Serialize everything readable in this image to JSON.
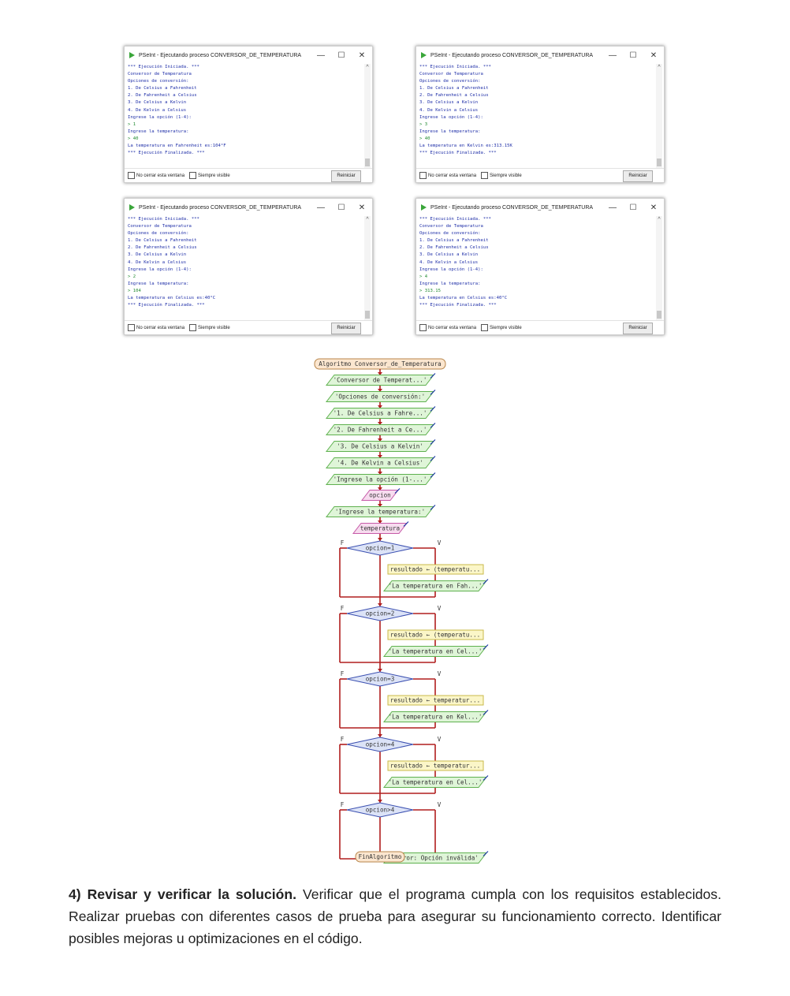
{
  "windows": [
    {
      "title": "PSeInt - Ejecutando proceso CONVERSOR_DE_TEMPERATURA",
      "lines": [
        {
          "t": "*** Ejecución Iniciada. ***",
          "c": "blue"
        },
        {
          "t": "Conversor de Temperatura",
          "c": "blue"
        },
        {
          "t": "Opciones de conversión:",
          "c": "blue"
        },
        {
          "t": "1. De Celsius a Fahrenheit",
          "c": "blue"
        },
        {
          "t": "2. De Fahrenheit a Celsius",
          "c": "blue"
        },
        {
          "t": "3. De Celsius a Kelvin",
          "c": "blue"
        },
        {
          "t": "4. De Kelvin a Celsius",
          "c": "blue"
        },
        {
          "t": "Ingrese la opción (1-4):",
          "c": "blue"
        },
        {
          "t": "> 1",
          "c": "green"
        },
        {
          "t": "Ingrese la temperatura:",
          "c": "blue"
        },
        {
          "t": "> 40",
          "c": "green"
        },
        {
          "t": "La temperatura en Fahrenheit es:104°F",
          "c": "blue"
        },
        {
          "t": "*** Ejecución Finalizada. ***",
          "c": "blue"
        }
      ]
    },
    {
      "title": "PSeInt - Ejecutando proceso CONVERSOR_DE_TEMPERATURA",
      "lines": [
        {
          "t": "*** Ejecución Iniciada. ***",
          "c": "blue"
        },
        {
          "t": "Conversor de Temperatura",
          "c": "blue"
        },
        {
          "t": "Opciones de conversión:",
          "c": "blue"
        },
        {
          "t": "1. De Celsius a Fahrenheit",
          "c": "blue"
        },
        {
          "t": "2. De Fahrenheit a Celsius",
          "c": "blue"
        },
        {
          "t": "3. De Celsius a Kelvin",
          "c": "blue"
        },
        {
          "t": "4. De Kelvin a Celsius",
          "c": "blue"
        },
        {
          "t": "Ingrese la opción (1-4):",
          "c": "blue"
        },
        {
          "t": "> 3",
          "c": "green"
        },
        {
          "t": "Ingrese la temperatura:",
          "c": "blue"
        },
        {
          "t": "> 40",
          "c": "green"
        },
        {
          "t": "La temperatura en Kelvin es:313.15K",
          "c": "blue"
        },
        {
          "t": "*** Ejecución Finalizada. ***",
          "c": "blue"
        }
      ]
    },
    {
      "title": "PSeInt - Ejecutando proceso CONVERSOR_DE_TEMPERATURA",
      "lines": [
        {
          "t": "*** Ejecución Iniciada. ***",
          "c": "blue"
        },
        {
          "t": "Conversor de Temperatura",
          "c": "blue"
        },
        {
          "t": "Opciones de conversión:",
          "c": "blue"
        },
        {
          "t": "1. De Celsius a Fahrenheit",
          "c": "blue"
        },
        {
          "t": "2. De Fahrenheit a Celsius",
          "c": "blue"
        },
        {
          "t": "3. De Celsius a Kelvin",
          "c": "blue"
        },
        {
          "t": "4. De Kelvin a Celsius",
          "c": "blue"
        },
        {
          "t": "Ingrese la opción (1-4):",
          "c": "blue"
        },
        {
          "t": "> 2",
          "c": "green"
        },
        {
          "t": "Ingrese la temperatura:",
          "c": "blue"
        },
        {
          "t": "> 104",
          "c": "green"
        },
        {
          "t": "La temperatura en Celsius es:40°C",
          "c": "blue"
        },
        {
          "t": "*** Ejecución Finalizada. ***",
          "c": "blue"
        }
      ]
    },
    {
      "title": "PSeInt - Ejecutando proceso CONVERSOR_DE_TEMPERATURA",
      "lines": [
        {
          "t": "*** Ejecución Iniciada. ***",
          "c": "blue"
        },
        {
          "t": "Conversor de Temperatura",
          "c": "blue"
        },
        {
          "t": "Opciones de conversión:",
          "c": "blue"
        },
        {
          "t": "1. De Celsius a Fahrenheit",
          "c": "blue"
        },
        {
          "t": "2. De Fahrenheit a Celsius",
          "c": "blue"
        },
        {
          "t": "3. De Celsius a Kelvin",
          "c": "blue"
        },
        {
          "t": "4. De Kelvin a Celsius",
          "c": "blue"
        },
        {
          "t": "Ingrese la opción (1-4):",
          "c": "blue"
        },
        {
          "t": "> 4",
          "c": "green"
        },
        {
          "t": "Ingrese la temperatura:",
          "c": "blue"
        },
        {
          "t": "> 313.15",
          "c": "green"
        },
        {
          "t": "La temperatura en Celsius es:40°C",
          "c": "blue"
        },
        {
          "t": "*** Ejecución Finalizada. ***",
          "c": "blue"
        }
      ]
    }
  ],
  "window_controls": {
    "minimize": "—",
    "maximize": "☐",
    "close": "✕"
  },
  "bottom_bar": {
    "no_cerrar": "No cerrar esta ventana",
    "siempre_visible": "Siempre visible",
    "reiniciar": "Reiniciar"
  },
  "flowchart": {
    "start": "Algoritmo Conversor_de_Temperatura",
    "outputs": [
      "'Conversor de Temperat...'",
      "'Opciones de conversión:'",
      "'1. De Celsius a Fahre...'",
      "'2. De Fahrenheit a Ce...'",
      "'3. De Celsius a Kelvin'",
      "'4. De Kelvin a Celsius'",
      "'Ingrese la opción (1-...'"
    ],
    "input_opcion": "opcion",
    "prompt_temp": "'Ingrese la temperatura:'",
    "input_temp": "temperatura",
    "decisions": [
      {
        "cond": "opcion=1",
        "assign": "resultado ← (temperatu...",
        "out": "'La temperatura en Fah...'"
      },
      {
        "cond": "opcion=2",
        "assign": "resultado ← (temperatu...",
        "out": "'La temperatura en Cel...'"
      },
      {
        "cond": "opcion=3",
        "assign": "resultado ← temperatur...",
        "out": "'La temperatura en Kel...'"
      },
      {
        "cond": "opcion=4",
        "assign": "resultado ← temperatur...",
        "out": "'La temperatura en Cel...'"
      },
      {
        "cond": "opcion>4",
        "assign": "",
        "out": "'Error: Opción inválida'"
      }
    ],
    "false_label": "F",
    "true_label": "V",
    "end": "FinAlgoritmo"
  },
  "section": {
    "heading": "4) Revisar y verificar la solución.",
    "body": " Verificar que el programa cumpla con los requisitos establecidos. Realizar pruebas con diferentes casos de prueba para asegurar su funcionamiento correcto. Identificar posibles mejoras u optimizaciones en el código."
  },
  "colors": {
    "output": "#dff5d8",
    "input": "#f7dcef",
    "decision": "#dce3f7",
    "assign": "#fbf6c8",
    "terminal": "#fbe6cf",
    "flow_line": "#b01e1e"
  }
}
